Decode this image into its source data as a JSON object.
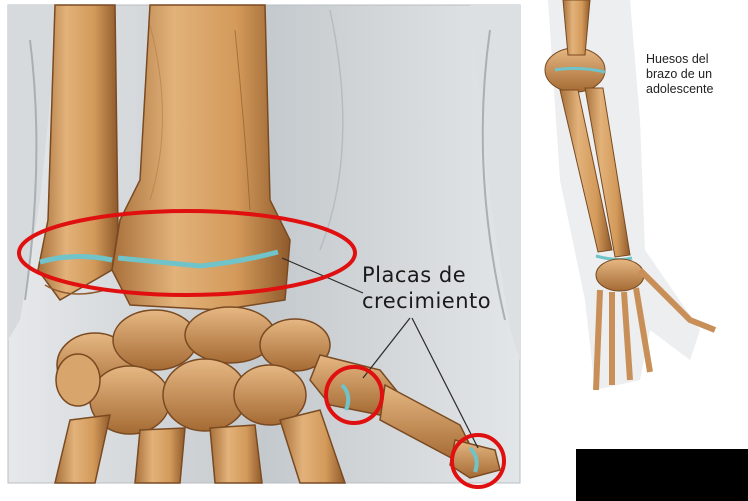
{
  "labels": {
    "growth_plates_line1": "Placas de",
    "growth_plates_line2": "crecimiento",
    "arm_caption_line1": "Huesos del",
    "arm_caption_line2": "brazo de un",
    "arm_caption_line3": "adolescente"
  },
  "colors": {
    "bone": "#d9a468",
    "bone_shadow": "#a8703a",
    "bone_dark": "#7a4a22",
    "growth_plate": "#6fc3c9",
    "highlight_circle": "#e01010",
    "tissue": "#cfd3d6",
    "background": "#ffffff",
    "redaction_box": "#000000"
  },
  "icons": {
    "growth_plate_ellipse": "red-ellipse-highlight",
    "thumb_circle": "red-circle-highlight",
    "finger_circle": "red-circle-highlight"
  }
}
